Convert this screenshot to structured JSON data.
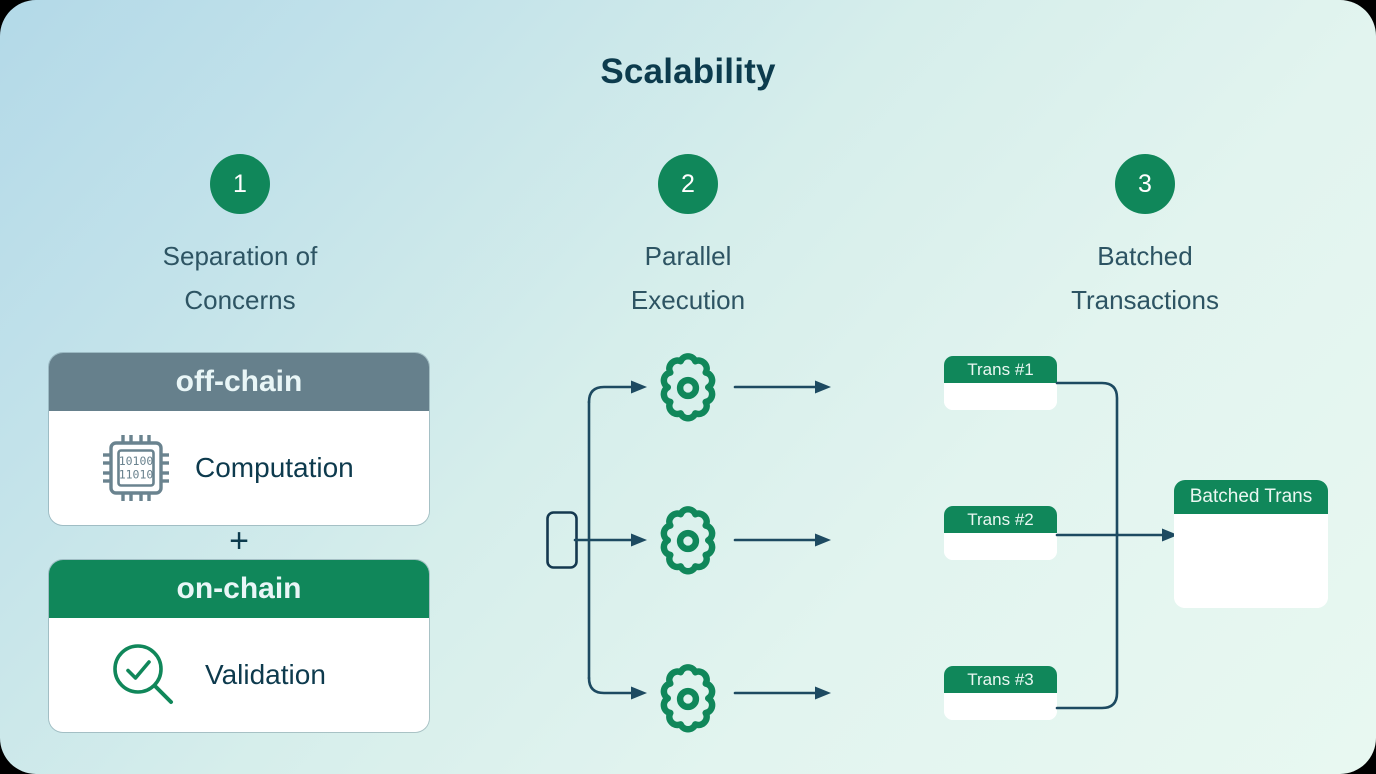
{
  "title": "Scalability",
  "theme": {
    "green": "#10875a",
    "slate_header": "#66808c",
    "ink": "#0c3b4d",
    "label_text": "#2d5463",
    "arrow": "#1d4a61",
    "bg_from": "#b3d9e8",
    "bg_to": "#e8f8f1"
  },
  "steps": [
    {
      "number": "1",
      "title_line1": "Separation of",
      "title_line2": "Concerns"
    },
    {
      "number": "2",
      "title_line1": "Parallel",
      "title_line2": "Execution"
    },
    {
      "number": "3",
      "title_line1": "Batched",
      "title_line2": "Transactions"
    }
  ],
  "column1": {
    "offchain_card": {
      "header": "off-chain",
      "label": "Computation",
      "icon": "chip-icon",
      "chip_bits_top": "10100",
      "chip_bits_bottom": "11010"
    },
    "separator": "+",
    "onchain_card": {
      "header": "on-chain",
      "label": "Validation",
      "icon": "magnifier-check-icon"
    }
  },
  "column2": {
    "source_node": "dispatch-node",
    "workers": [
      {
        "icon": "gear-icon"
      },
      {
        "icon": "gear-icon"
      },
      {
        "icon": "gear-icon"
      }
    ]
  },
  "column3": {
    "transactions": [
      {
        "header": "Trans #1"
      },
      {
        "header": "Trans #2"
      },
      {
        "header": "Trans #3"
      }
    ],
    "batched": {
      "header": "Batched Trans"
    }
  }
}
